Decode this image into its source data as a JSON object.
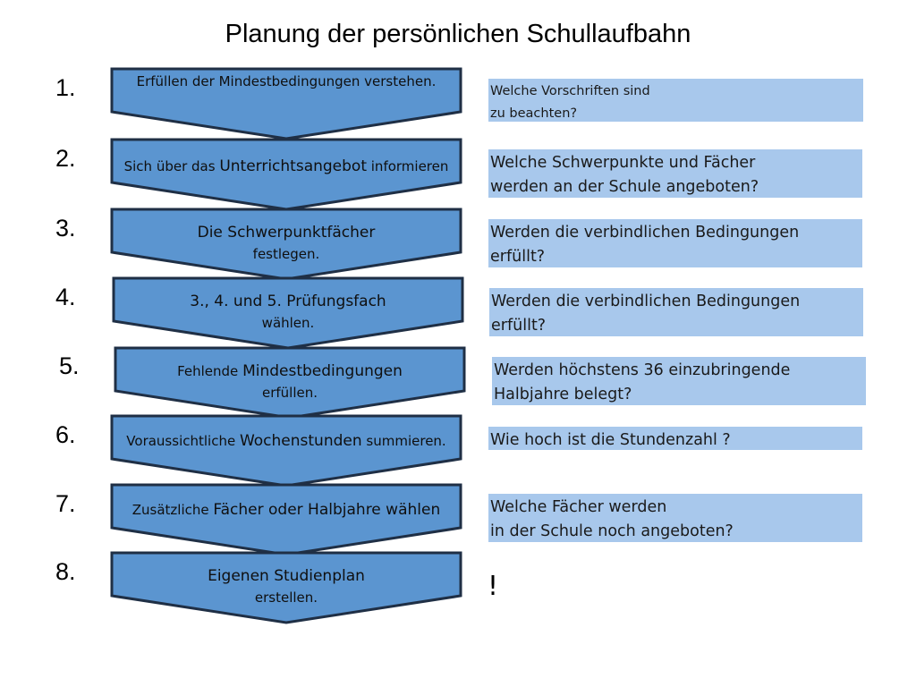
{
  "title": "Planung der persönlichen Schullaufbahn",
  "colors": {
    "chevron_fill": "#5b95d0",
    "chevron_stroke": "#1f2f45",
    "box_fill": "#a8c8ec"
  },
  "steps": [
    {
      "number": "1.",
      "label_pre": "Erfüllen der Mindestbedingungen verstehen.",
      "label_key": "",
      "label_post": "",
      "label_line2": "",
      "question": "Welche Vorschriften sind\nzu beachten?"
    },
    {
      "number": "2.",
      "label_pre": "Sich über das ",
      "label_key": "Unterrichtsangebot",
      "label_post": " informieren",
      "label_line2": "",
      "question": "Welche Schwerpunkte und Fächer\nwerden an der Schule angeboten?"
    },
    {
      "number": "3.",
      "label_pre": "",
      "label_key": "Die Schwerpunktfächer",
      "label_post": "",
      "label_line2": "festlegen.",
      "question": "Werden die verbindlichen Bedingungen\nerfüllt?"
    },
    {
      "number": "4.",
      "label_pre": "",
      "label_key": "3., 4. und 5. Prüfungsfach",
      "label_post": "",
      "label_line2": "wählen.",
      "question": "Werden die verbindlichen Bedingungen\nerfüllt?"
    },
    {
      "number": "5.",
      "label_pre": "Fehlende ",
      "label_key": "Mindestbedingungen",
      "label_post": "",
      "label_line2": "erfüllen.",
      "question": "Werden höchstens 36 einzubringende\nHalbjahre belegt?"
    },
    {
      "number": "6.",
      "label_pre": "Voraussichtliche ",
      "label_key": "Wochenstunden",
      "label_post": " summieren.",
      "label_line2": "",
      "question": "Wie hoch ist die Stundenzahl ?"
    },
    {
      "number": "7.",
      "label_pre": "Zusätzliche ",
      "label_key": "Fächer oder Halbjahre wählen",
      "label_post": "",
      "label_line2": "",
      "question": "Welche Fächer werden\nin der Schule noch angeboten?"
    },
    {
      "number": "8.",
      "label_pre": "",
      "label_key": "Eigenen Studienplan",
      "label_post": "",
      "label_line2": "erstellen.",
      "question": ""
    }
  ],
  "final_mark": "!"
}
